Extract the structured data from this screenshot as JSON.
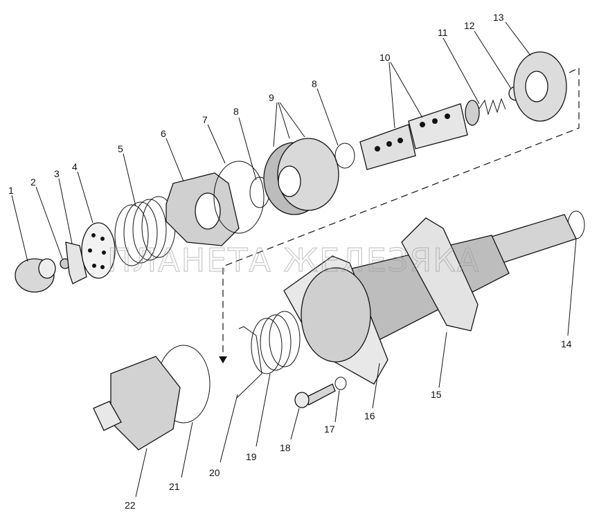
{
  "diagram": {
    "watermark": "ПЛАНЕТА ЖЕЛЕЗЯКА",
    "callouts": [
      "1",
      "2",
      "3",
      "4",
      "5",
      "6",
      "7",
      "8",
      "8",
      "9",
      "10",
      "11",
      "12",
      "13",
      "14",
      "15",
      "16",
      "17",
      "18",
      "19",
      "20",
      "21",
      "22"
    ]
  },
  "colors": {
    "ink": "#111111",
    "paper": "#ffffff",
    "shade": "#cfcfcf",
    "dark": "#555555"
  }
}
